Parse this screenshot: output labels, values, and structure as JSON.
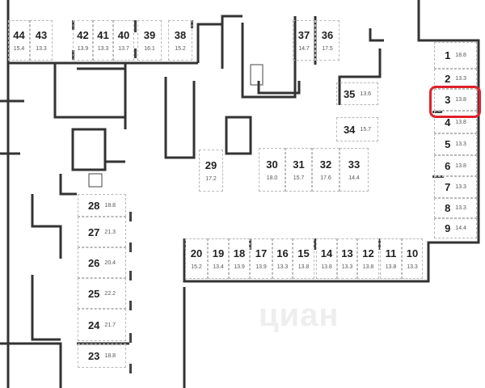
{
  "plan": {
    "highlighted_space": "3",
    "highlight_color": "#e0212a",
    "watermark": "циан",
    "spaces": [
      {
        "number": "1",
        "area": "18.8"
      },
      {
        "number": "2",
        "area": "13.3"
      },
      {
        "number": "3",
        "area": "13.8"
      },
      {
        "number": "4",
        "area": "13.8"
      },
      {
        "number": "5",
        "area": "13.3"
      },
      {
        "number": "6",
        "area": "13.8"
      },
      {
        "number": "7",
        "area": "13.3"
      },
      {
        "number": "8",
        "area": "13.3"
      },
      {
        "number": "9",
        "area": "14.4"
      },
      {
        "number": "10",
        "area": "13.3"
      },
      {
        "number": "11",
        "area": "13.8"
      },
      {
        "number": "12",
        "area": "13.8"
      },
      {
        "number": "13",
        "area": "13.3"
      },
      {
        "number": "14",
        "area": "13.8"
      },
      {
        "number": "15",
        "area": "13.8"
      },
      {
        "number": "16",
        "area": "13.3"
      },
      {
        "number": "17",
        "area": "13.9"
      },
      {
        "number": "18",
        "area": "13.9"
      },
      {
        "number": "19",
        "area": "13.4"
      },
      {
        "number": "20",
        "area": "15.2"
      },
      {
        "number": "23",
        "area": "18.8"
      },
      {
        "number": "24",
        "area": "21.7"
      },
      {
        "number": "25",
        "area": "22.2"
      },
      {
        "number": "26",
        "area": "20.4"
      },
      {
        "number": "27",
        "area": "21.3"
      },
      {
        "number": "28",
        "area": "18.8"
      },
      {
        "number": "29",
        "area": "17.2"
      },
      {
        "number": "30",
        "area": "18.0"
      },
      {
        "number": "31",
        "area": "15.7"
      },
      {
        "number": "32",
        "area": "17.6"
      },
      {
        "number": "33",
        "area": "14.4"
      },
      {
        "number": "34",
        "area": "15.7"
      },
      {
        "number": "35",
        "area": "13.6"
      },
      {
        "number": "36",
        "area": "17.5"
      },
      {
        "number": "37",
        "area": "14.7"
      },
      {
        "number": "38",
        "area": "15.2"
      },
      {
        "number": "39",
        "area": "16.1"
      },
      {
        "number": "40",
        "area": "13.7"
      },
      {
        "number": "41",
        "area": "13.3"
      },
      {
        "number": "42",
        "area": "13.9"
      },
      {
        "number": "43",
        "area": "13.3"
      },
      {
        "number": "44",
        "area": "15.4"
      }
    ]
  }
}
